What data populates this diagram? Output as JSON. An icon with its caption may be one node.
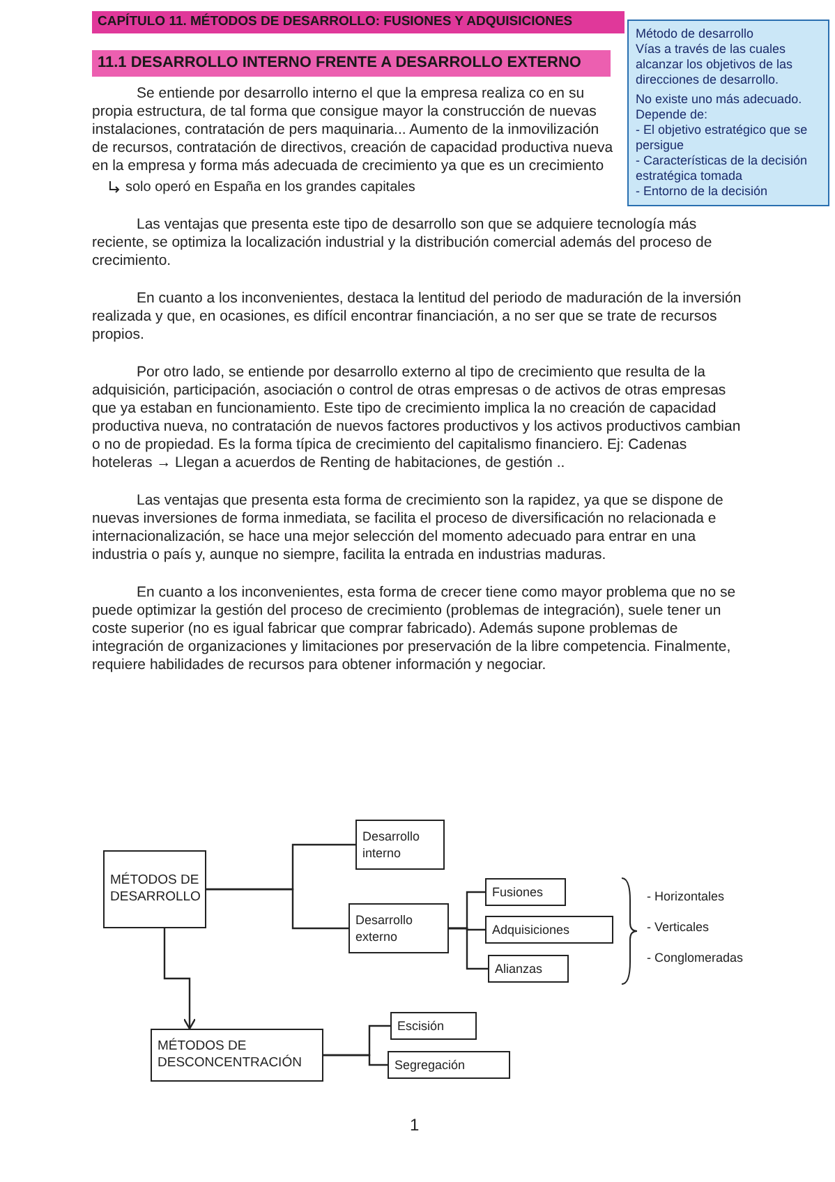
{
  "diagram": {
    "title": "CAPÍTULO 11. MÉTODOS DE DESARROLLO: FUSIONES Y ADQUISICIONES",
    "nodes": [
      {
        "text": [
          "Método de desarrollo",
          "Vías a través de las cuales alcanzar los objetivos de las direcciones de desarrollo.",
          "No existe uno más adecuado. Depende de:",
          "- El objetivo estratégico que se persigue",
          "- Características de la decisión estratégica tomada",
          "- Entorno de la decisión"
        ]
      },
      {
        "text": [
          "MÉTODOS DE DESARROLLO"
        ]
      },
      {
        "text": [
          "Desarrollo interno"
        ]
      },
      {
        "text": [
          "Desarrollo externo"
        ]
      },
      {
        "text": [
          "Fusiones"
        ]
      },
      {
        "text": [
          "Adquisiciones"
        ]
      },
      {
        "text": [
          "Alianzas"
        ]
      },
      {
        "text": [
          "MÉTODOS DE DESCONCENTRACIÓN"
        ]
      },
      {
        "text": [
          "Escisión"
        ]
      },
      {
        "text": [
          "Segregación"
        ]
      }
    ],
    "edges": [
      {
        "from": 1,
        "to": 2,
        "arrow": "none"
      },
      {
        "from": 1,
        "to": 3,
        "arrow": "none"
      },
      {
        "from": 3,
        "to": 4,
        "arrow": "none"
      },
      {
        "from": 3,
        "to": 5,
        "arrow": "none"
      },
      {
        "from": 3,
        "to": 6,
        "arrow": "none"
      },
      {
        "from": 1,
        "to": 7,
        "arrow": "to"
      },
      {
        "from": 7,
        "to": 8,
        "arrow": "none"
      },
      {
        "from": 7,
        "to": 9,
        "arrow": "none"
      }
    ],
    "labels": [
      "11.1 DESARROLLO INTERNO FRENTE A DESARROLLO EXTERNO",
      "Se entiende por desarrollo interno el que la empresa realiza co en su propia estructura, de tal forma que consigue mayor la construcción de nuevas instalaciones, contratación de pers maquinaria... Aumento de la inmovilización de recursos, contratación de directivos, creación de capacidad productiva nueva en la empresa y forma más adecuada de crecimiento ya que es un crecimiento",
      "solo operó en España en los grandes capitales",
      "Las ventajas que presenta este tipo de desarrollo son que se adquiere tecnología más reciente, se optimiza la localización industrial y la distribución comercial además del proceso de crecimiento.",
      "En cuanto a los inconvenientes, destaca la lentitud del periodo de maduración de la inversión realizada y que, en ocasiones, es difícil encontrar financiación, a no ser que se trate de recursos propios.",
      "Por otro lado, se entiende por desarrollo externo al tipo de crecimiento que resulta de la adquisición, participación, asociación o control de otras empresas o de activos de otras empresas que ya estaban en funcionamiento. Este tipo de crecimiento implica la no creación de capacidad productiva nueva, no contratación de nuevos factores productivos y los activos productivos cambian o no de propiedad. Es la forma típica de crecimiento del capitalismo financiero. Ej: Cadenas hoteleras → Llegan a acuerdos de Renting de habitaciones, de gestión ..",
      "Las ventajas que presenta esta forma de crecimiento son la rapidez, ya que se dispone de nuevas inversiones de forma inmediata, se facilita el proceso de diversificación no relacionada e internacionalización, se hace una mejor selección del momento adecuado para entrar en una industria o país y, aunque no siempre, facilita la entrada en industrias maduras.",
      "En cuanto a los inconvenientes, esta forma de crecer tiene como mayor problema que no se puede optimizar la gestión del proceso de crecimiento (problemas de integración), suele tener un coste superior (no es igual fabricar que comprar fabricado). Además supone problemas de integración de organizaciones y limitaciones por preservación de la libre competencia. Finalmente, requiere habilidades de recursos para obtener información y negociar.",
      "- Horizontales",
      "- Verticales",
      "- Conglomeradas",
      "1"
    ]
  }
}
